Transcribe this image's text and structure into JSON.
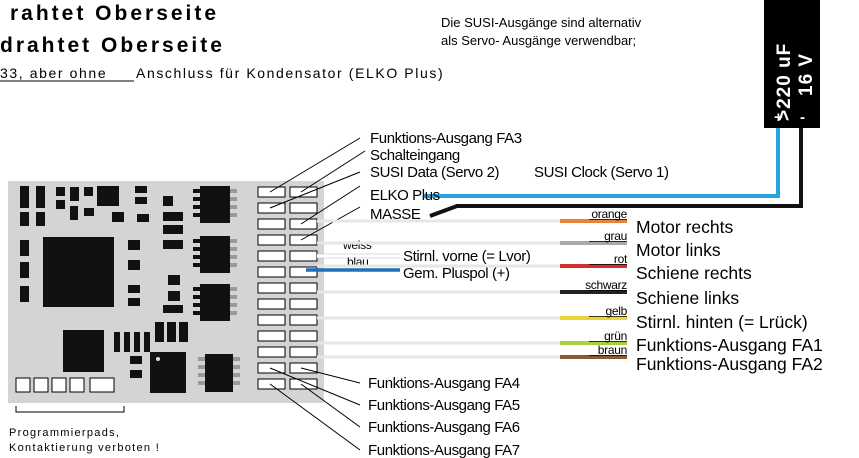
{
  "header": {
    "line1": "rahtet    Oberseite",
    "line2": "drahtet    Oberseite",
    "line3_ul": "33, aber ohne ",
    "line3_rest": "Anschluss für Kondensator (ELKO Plus)"
  },
  "note": {
    "line1": "Die SUSI-Ausgänge sind alternativ",
    "line2": "als Servo- Ausgänge verwendbar;"
  },
  "capacitor": {
    "value_line1": ">220 uF",
    "value_line2": "16 V",
    "plus": "+",
    "minus": "-"
  },
  "upper_labels": {
    "fa3": "Funktions-Ausgang FA3",
    "schalteingang": "Schalteingang",
    "susi_data": "SUSI Data (Servo 2)",
    "susi_clock": "SUSI Clock (Servo 1)",
    "elko": "ELKO Plus",
    "masse": "MASSE"
  },
  "left_wires": {
    "weiss": "weiss",
    "blau": "blau",
    "lvor": "Stirnl. vorne (= Lvor)",
    "pluspol": "Gem. Pluspol (+)"
  },
  "right_wires": [
    {
      "color": "orange",
      "label": "Motor rechts",
      "hex": "#e8843a"
    },
    {
      "color": "grau",
      "label": "Motor links",
      "hex": "#aaaaaa"
    },
    {
      "color": "rot",
      "label": "Schiene rechts",
      "hex": "#d0302a"
    },
    {
      "color": "schwarz",
      "label": "Schiene links",
      "hex": "#222222"
    },
    {
      "color": "gelb",
      "label": "Stirnl. hinten (= Lrück)",
      "hex": "#e9d43a"
    },
    {
      "color": "grün",
      "label": "Funktions-Ausgang FA1",
      "hex": "#a9cf3c"
    },
    {
      "color": "braun",
      "label": "Funktions-Ausgang FA2",
      "hex": "#8a5a34"
    }
  ],
  "lower_labels": {
    "fa4": "Funktions-Ausgang FA4",
    "fa5": "Funktions-Ausgang FA5",
    "fa6": "Funktions-Ausgang FA6",
    "fa7": "Funktions-Ausgang FA7"
  },
  "pads": {
    "line1": "Programmierpads,",
    "line2": "Kontaktierung verboten !"
  },
  "colors": {
    "board": "#d4d4d4",
    "chip": "#111111",
    "susi_wire": "#29a3dd",
    "blue_wire": "#1f6fb8",
    "white_wire": "#ffffff",
    "leader": "#000000"
  }
}
